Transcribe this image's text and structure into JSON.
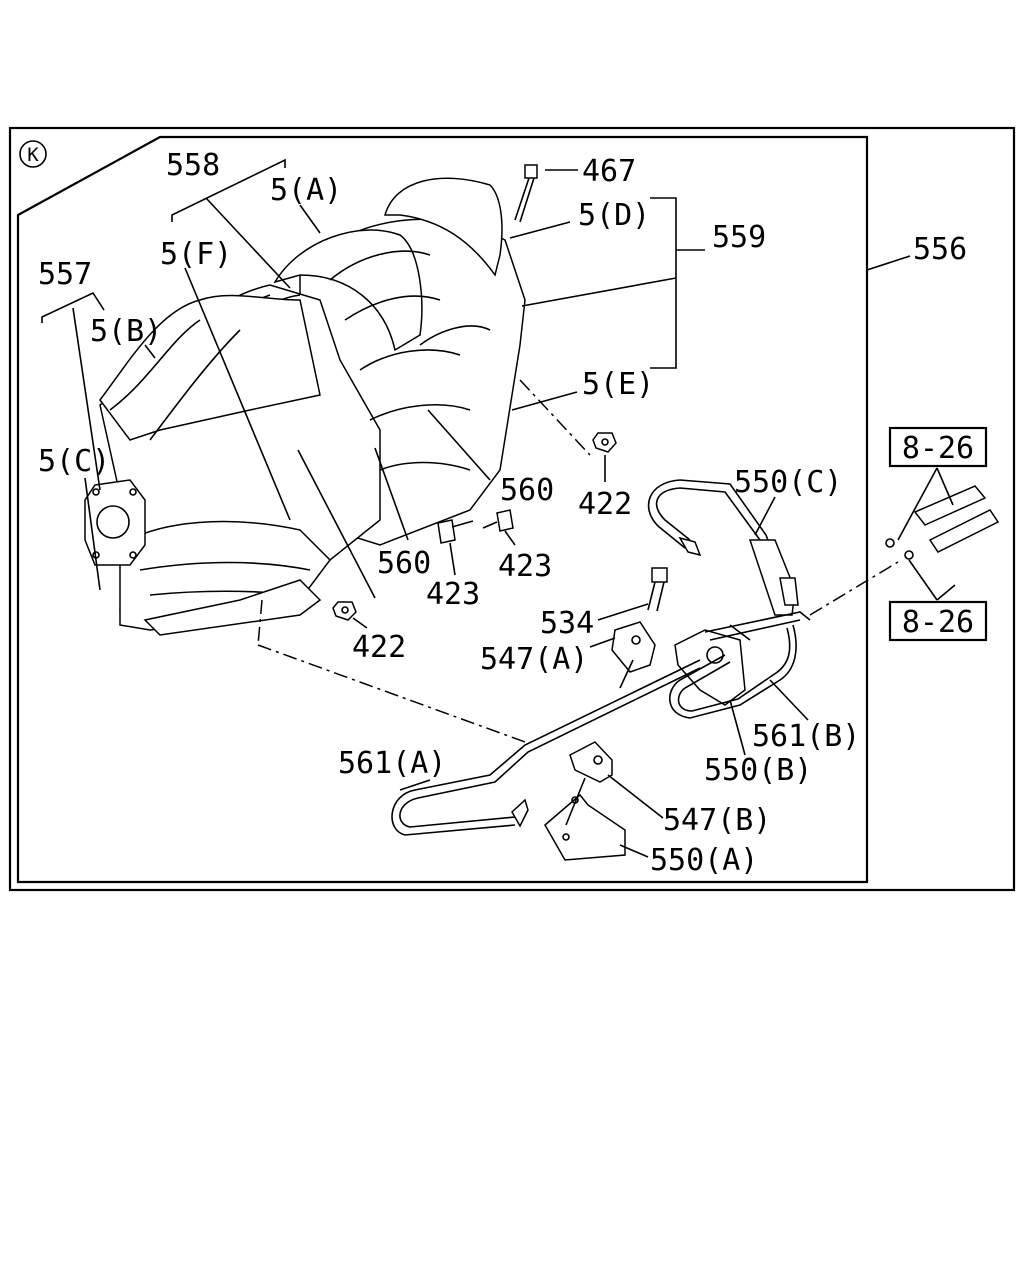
{
  "diagram": {
    "section_marker": "K",
    "labels": {
      "p467": "467",
      "p558": "558",
      "p5a": "5(A)",
      "p5d": "5(D)",
      "p559": "559",
      "p556": "556",
      "p5f": "5(F)",
      "p557": "557",
      "p5b": "5(B)",
      "p5e": "5(E)",
      "p5c": "5(C)",
      "p560a": "560",
      "p422a": "422",
      "p550c": "550(C)",
      "p560b": "560",
      "p423a": "423",
      "p423b": "423",
      "p534": "534",
      "p547a": "547(A)",
      "p422b": "422",
      "p561b": "561(B)",
      "p550b": "550(B)",
      "p561a": "561(A)",
      "p547b": "547(B)",
      "p550a": "550(A)"
    },
    "refs": {
      "ref_top": "8-26",
      "ref_bottom": "8-26"
    }
  }
}
